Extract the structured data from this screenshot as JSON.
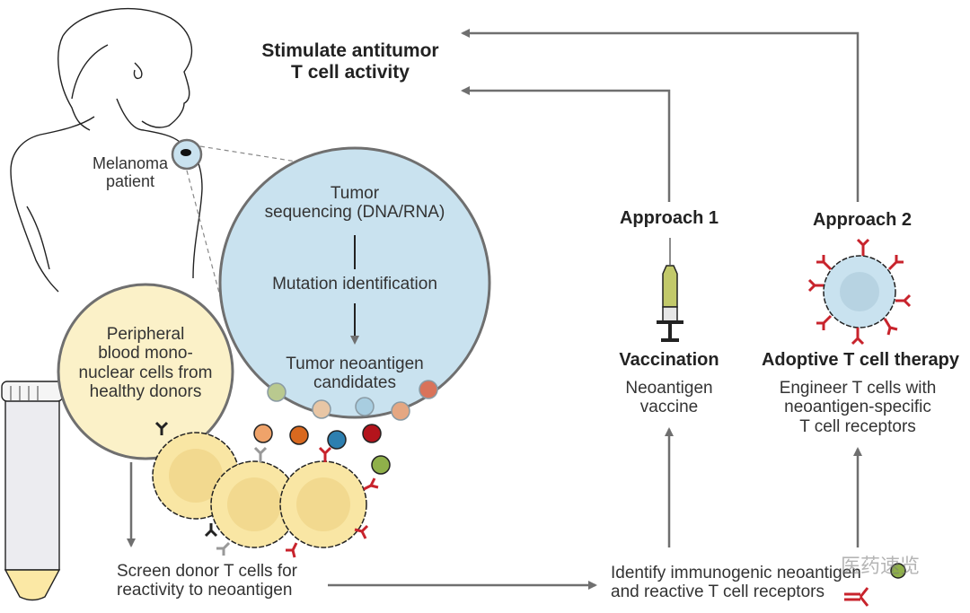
{
  "title": {
    "line1": "Stimulate antitumor",
    "line2": "T cell activity"
  },
  "patient": {
    "line1": "Melanoma",
    "line2": "patient"
  },
  "tumor_circle": {
    "step1_line1": "Tumor",
    "step1_line2": "sequencing (DNA/RNA)",
    "step2": "Mutation identification",
    "step3_line1": "Tumor neoantigen",
    "step3_line2": "candidates"
  },
  "donor_circle": {
    "line1": "Peripheral",
    "line2": "blood mono-",
    "line3": "nuclear cells from",
    "line4": "healthy donors"
  },
  "screen": {
    "line1": "Screen donor T cells for",
    "line2": "reactivity to neoantigen"
  },
  "identify": {
    "line1": "Identify immunogenic neoantigen",
    "line2": "and reactive T cell receptors"
  },
  "approach1": {
    "heading": "Approach 1",
    "name": "Vaccination",
    "desc_line1": "Neoantigen",
    "desc_line2": "vaccine",
    "icon": "syringe-icon"
  },
  "approach2": {
    "heading": "Approach 2",
    "name": "Adoptive T cell therapy",
    "desc_line1": "Engineer T cells with",
    "desc_line2": "neoantigen-specific",
    "desc_line3": "T cell receptors",
    "icon": "engineered-t-cell-icon"
  },
  "watermark": "医药速览",
  "colors": {
    "arrow": "#6f6f6f",
    "tumor_circle_fill": "#c9e2ef",
    "donor_circle_fill": "#fbf1c8",
    "t_cell_fill": "#f9e6a4",
    "receptor_red": "#c8232c",
    "syringe_green": "#c2c96a"
  },
  "neoantigen_beads": [
    "#b9c98f",
    "#e8c6a5",
    "#a8cde0",
    "#e5a782",
    "#d9735a",
    "#efa36a",
    "#d9691f",
    "#2d7fb0",
    "#b3141c",
    "#8fb04a"
  ]
}
